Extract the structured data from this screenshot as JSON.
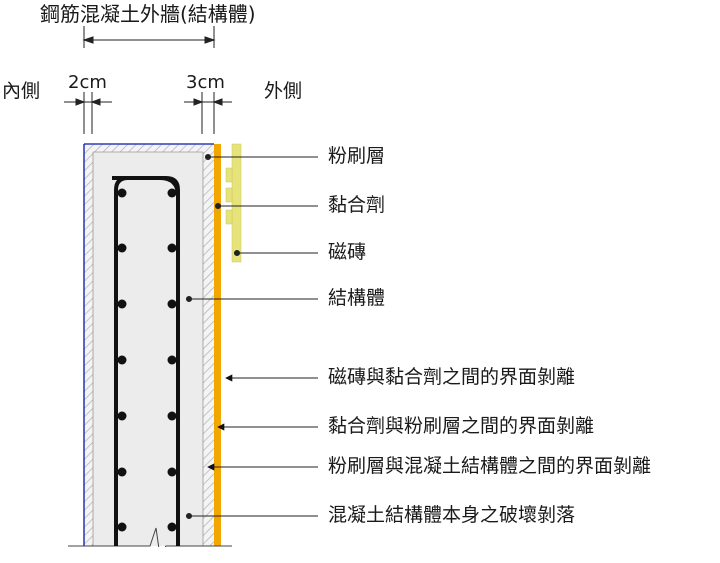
{
  "title": "鋼筋混凝土外牆(結構體)",
  "side_inner": "內側",
  "side_outer": "外側",
  "dim_inner": "2cm",
  "dim_outer": "3cm",
  "callouts": [
    "粉刷層",
    "黏合劑",
    "磁磚",
    "結構體",
    "磁磚與黏合劑之間的界面剝離",
    "黏合劑與粉刷層之間的界面剝離",
    "粉刷層與混凝土結構體之間的界面剝離",
    "混凝土結構體本身之破壞剝落"
  ],
  "colors": {
    "concrete": "#ececec",
    "plaster_hatch": "#b0b0b0",
    "adhesive": "#f2a600",
    "tile": "#e6e37a",
    "inner_edge": "#2f3fbf",
    "rebar": "#111111"
  }
}
